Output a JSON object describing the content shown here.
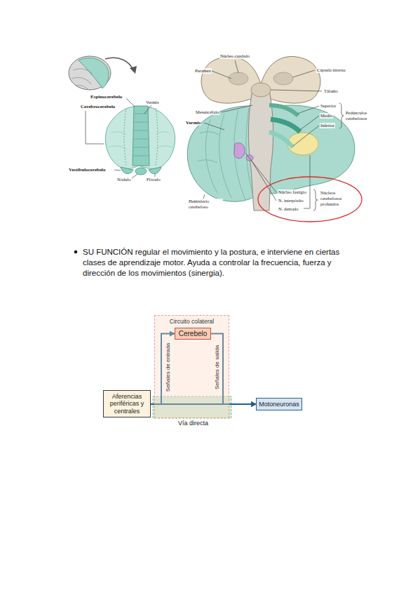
{
  "diagram": {
    "nodes": [
      {
        "text": [
          "Circuito colateral"
        ]
      },
      {
        "text": [
          "Cerebelo"
        ],
        "in": 0
      },
      {
        "text": [
          "Aferencias periféricas y centrales"
        ]
      },
      {
        "text": [
          "Motoneuronas"
        ]
      }
    ],
    "edges": [
      {
        "from": 2,
        "to": 1,
        "arrow": "to",
        "label": "Señales de entrada"
      },
      {
        "from": 1,
        "to": 3,
        "arrow": "to",
        "label": "Señales de salida"
      },
      {
        "from": 2,
        "to": 3,
        "arrow": "to"
      }
    ],
    "labels": [
      "Espinocerebelo",
      "Vermis",
      "Cerebrocerebelo",
      "Vestibulocerebelo",
      "Nódulo",
      "Flóculo",
      "Núcleo caudado",
      "Putamen",
      "Cápsula interna",
      "Tálamo",
      "Mesencéfalo",
      "Superior",
      "Medio",
      "Inferior",
      "Pedúnculos cerebelosos",
      "Vermis",
      "Hemisferio cerebeloso",
      "Núcleo fastigio",
      "N. interpósito",
      "N. dentado",
      "Núcleos cerebelosos profundos",
      "SU FUNCIÓN regular el movimiento y la postura, e interviene en ciertas clases de aprendizaje motor. Ayuda a controlar la frecuencia, fuerza y dirección de los movimientos (sinergia).",
      "Vía directa"
    ]
  }
}
